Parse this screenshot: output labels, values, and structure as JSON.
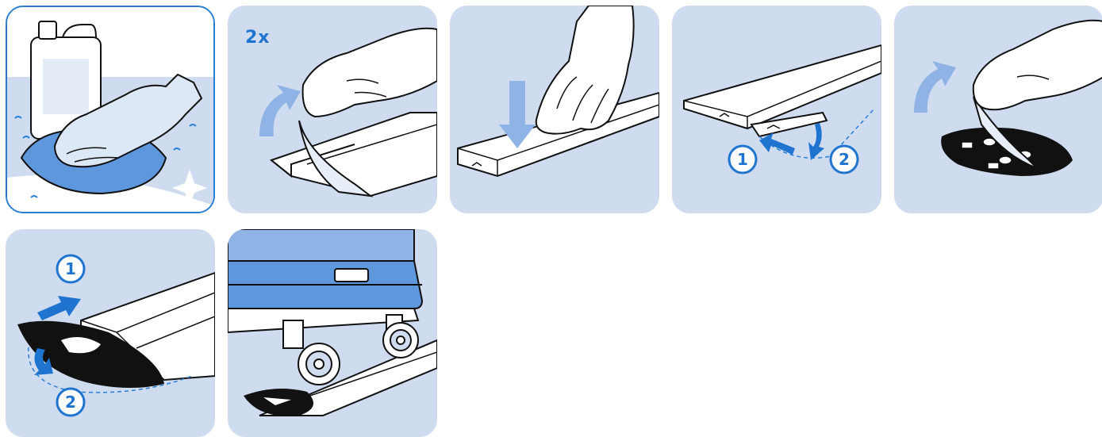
{
  "colors": {
    "panel_background": "#cfdcf0",
    "accent_blue": "#1f74d0",
    "arrow_light_blue": "#8fb3e4",
    "outline": "#111111",
    "white": "#ffffff"
  },
  "steps": [
    {
      "id": 1,
      "icon": "clean-surface-icon"
    },
    {
      "id": 2,
      "icon": "peel-backing-icon",
      "multiplier": "2x"
    },
    {
      "id": 3,
      "icon": "press-strip-icon"
    },
    {
      "id": 4,
      "icon": "join-end-cap-icon",
      "markers": [
        "1",
        "2"
      ]
    },
    {
      "id": 5,
      "icon": "peel-end-cap-icon"
    },
    {
      "id": 6,
      "icon": "attach-end-cap-icon",
      "markers": [
        "1",
        "2"
      ]
    },
    {
      "id": 7,
      "icon": "trolley-rolling-icon"
    }
  ]
}
